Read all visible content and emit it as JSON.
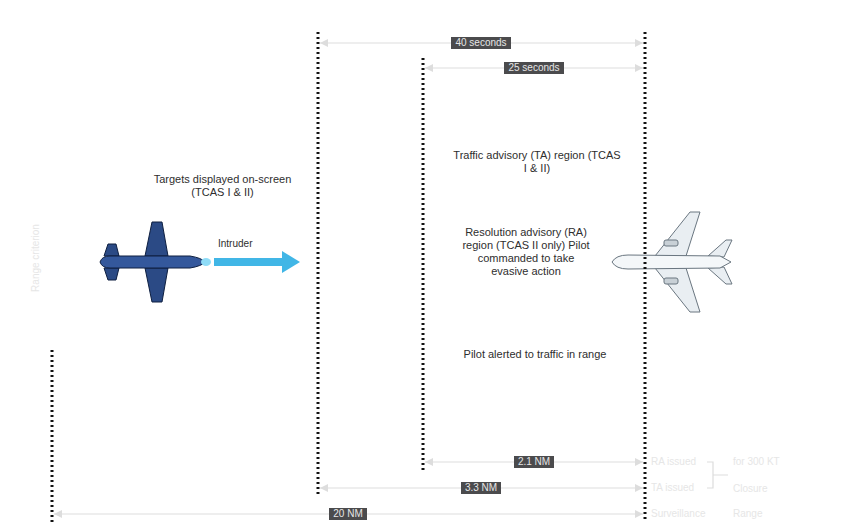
{
  "diagram": {
    "nodes": [
      {
        "text": [
          "Targets displayed on-screen (TCAS I & II)"
        ]
      },
      {
        "text": [
          "Traffic advisory (TA) region (TCAS I & II)",
          "Pilot alerted to traffic in range"
        ],
        "in": 0
      },
      {
        "text": [
          "Resolution advisory (RA) region (TCAS II only) Pilot commanded to take evasive action"
        ],
        "in": 1
      }
    ],
    "labels": [
      "40 seconds",
      "25 seconds",
      "Intruder",
      "Range criterion",
      "2.1 NM",
      "RA issued",
      "for 300 KT",
      "3.3 NM",
      "TA issued",
      "Closure",
      "20 NM",
      "Surveillance",
      "Range"
    ]
  }
}
